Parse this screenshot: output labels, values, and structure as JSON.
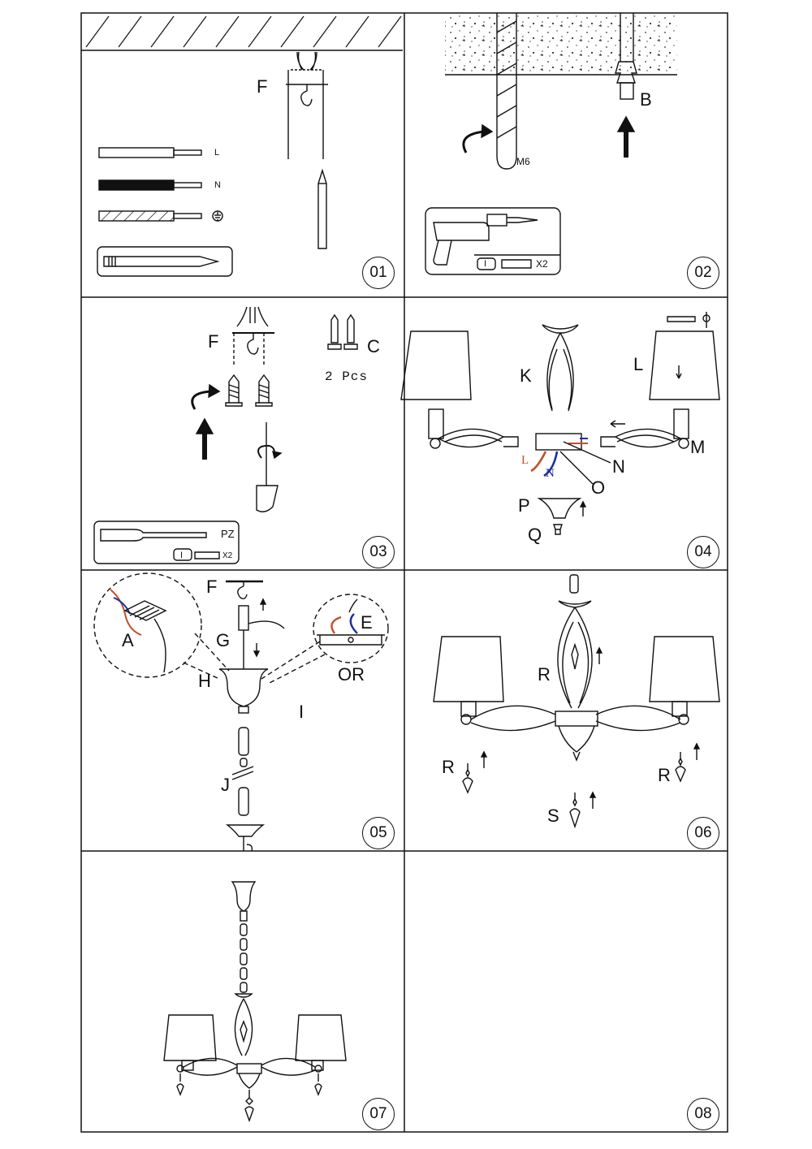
{
  "steps": [
    "01",
    "02",
    "03",
    "04",
    "05",
    "06",
    "07",
    "08"
  ],
  "panel1": {
    "label_f": "F",
    "wire_l": "L",
    "wire_n": "N",
    "earth_icon": "earth-ground-icon"
  },
  "panel2": {
    "label_b": "B",
    "drill_size": "M6",
    "tool_tag": "I",
    "qty": "X2"
  },
  "panel3": {
    "label_f": "F",
    "label_c": "C",
    "pcs": "2 Pcs",
    "driver_type": "PZ",
    "tool_tag": "I",
    "qty": "X2"
  },
  "panel4": {
    "labels": {
      "k": "K",
      "l": "L",
      "m": "M",
      "n": "N",
      "o": "O",
      "p": "P",
      "q": "Q"
    },
    "wire_l": "L",
    "wire_n": "N",
    "colors": {
      "live": "#c0502a",
      "neutral": "#1e2f9a"
    }
  },
  "panel5": {
    "labels": {
      "f": "F",
      "a": "A",
      "g": "G",
      "h": "H",
      "e": "E",
      "or": "OR",
      "i": "I",
      "j": "J"
    }
  },
  "panel6": {
    "labels": {
      "r_center": "R",
      "r_left": "R",
      "r_right": "R",
      "s": "S"
    }
  }
}
